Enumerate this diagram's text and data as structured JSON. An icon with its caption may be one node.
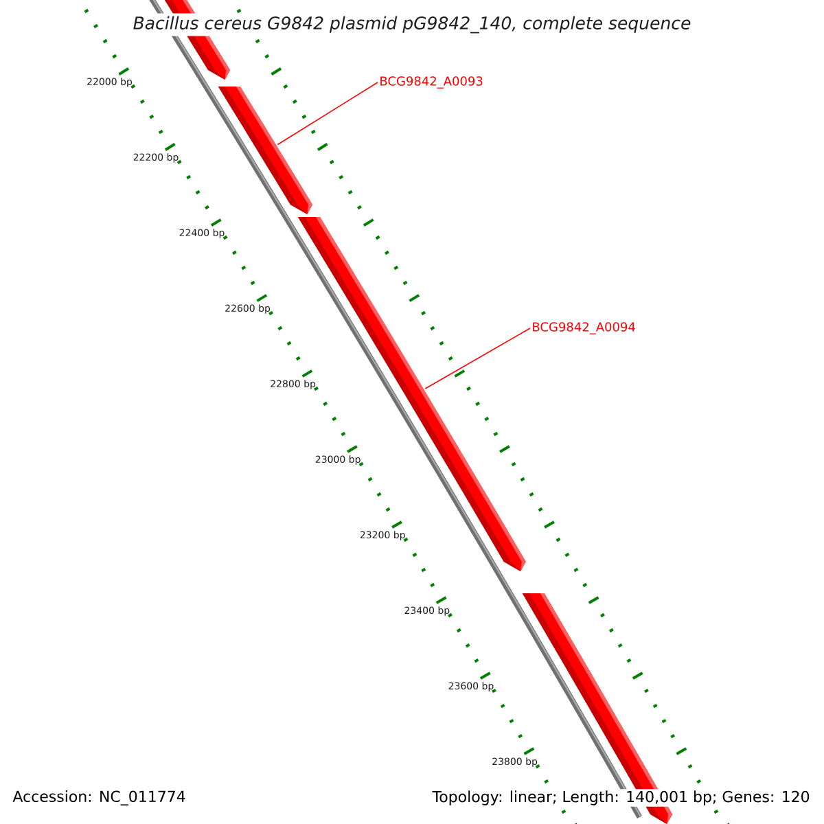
{
  "diagram": {
    "title": "Bacillus cereus G9842 plasmid pG9842_140, complete sequence",
    "nodes": [
      {
        "text": [],
        "shape": "arrow"
      },
      {
        "text": [],
        "shape": "arrow"
      },
      {
        "text": [],
        "shape": "arrow"
      },
      {
        "text": [],
        "shape": "arrow"
      },
      {
        "text": [
          "BCG9842_A0093"
        ]
      },
      {
        "text": [
          "BCG9842_A0094"
        ]
      }
    ],
    "edges": [
      {
        "from": 4,
        "to": 1,
        "arrow": "none"
      },
      {
        "from": 5,
        "to": 2,
        "arrow": "none"
      }
    ],
    "labels": [
      "22000 bp",
      "22200 bp",
      "22400 bp",
      "22600 bp",
      "22800 bp",
      "23000 bp",
      "23200 bp",
      "23400 bp",
      "23600 bp",
      "23800 bp",
      "Accession: NC_011774",
      "Topology: linear; Length: 140,001 bp; Genes: 120"
    ]
  }
}
